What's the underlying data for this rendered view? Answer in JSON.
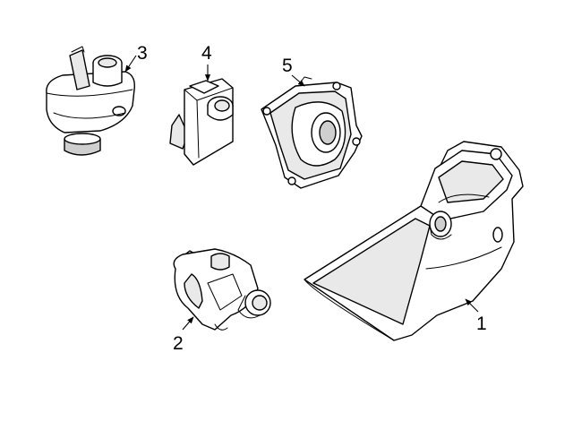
{
  "diagram": {
    "callouts": [
      {
        "id": "1",
        "label": "1"
      },
      {
        "id": "2",
        "label": "2"
      },
      {
        "id": "3",
        "label": "3"
      },
      {
        "id": "4",
        "label": "4"
      },
      {
        "id": "5",
        "label": "5"
      }
    ],
    "colors": {
      "line": "#000000",
      "background": "#ffffff",
      "shade": "#e9e9e9"
    }
  }
}
